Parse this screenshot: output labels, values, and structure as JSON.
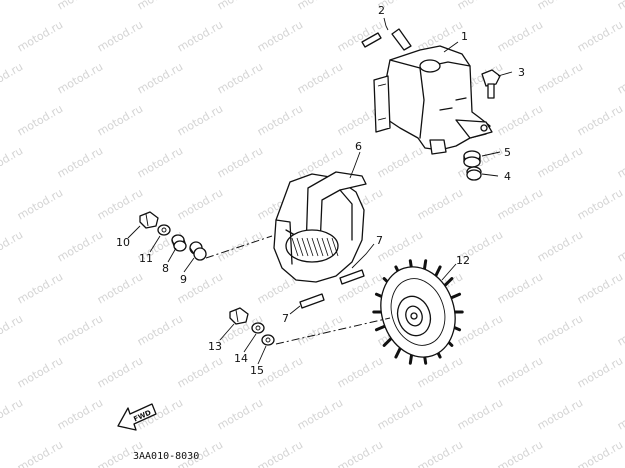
{
  "watermark": "motod.ru",
  "diagram_code": "3AA010-8030",
  "fwd_label": "FWD",
  "callouts": {
    "p1": "1",
    "p2": "2",
    "p3": "3",
    "p4": "4",
    "p5": "5",
    "p6": "6",
    "p7a": "7",
    "p7b": "7",
    "p8": "8",
    "p9": "9",
    "p10": "10",
    "p11": "11",
    "p12": "12",
    "p13": "13",
    "p14": "14",
    "p15": "15"
  }
}
